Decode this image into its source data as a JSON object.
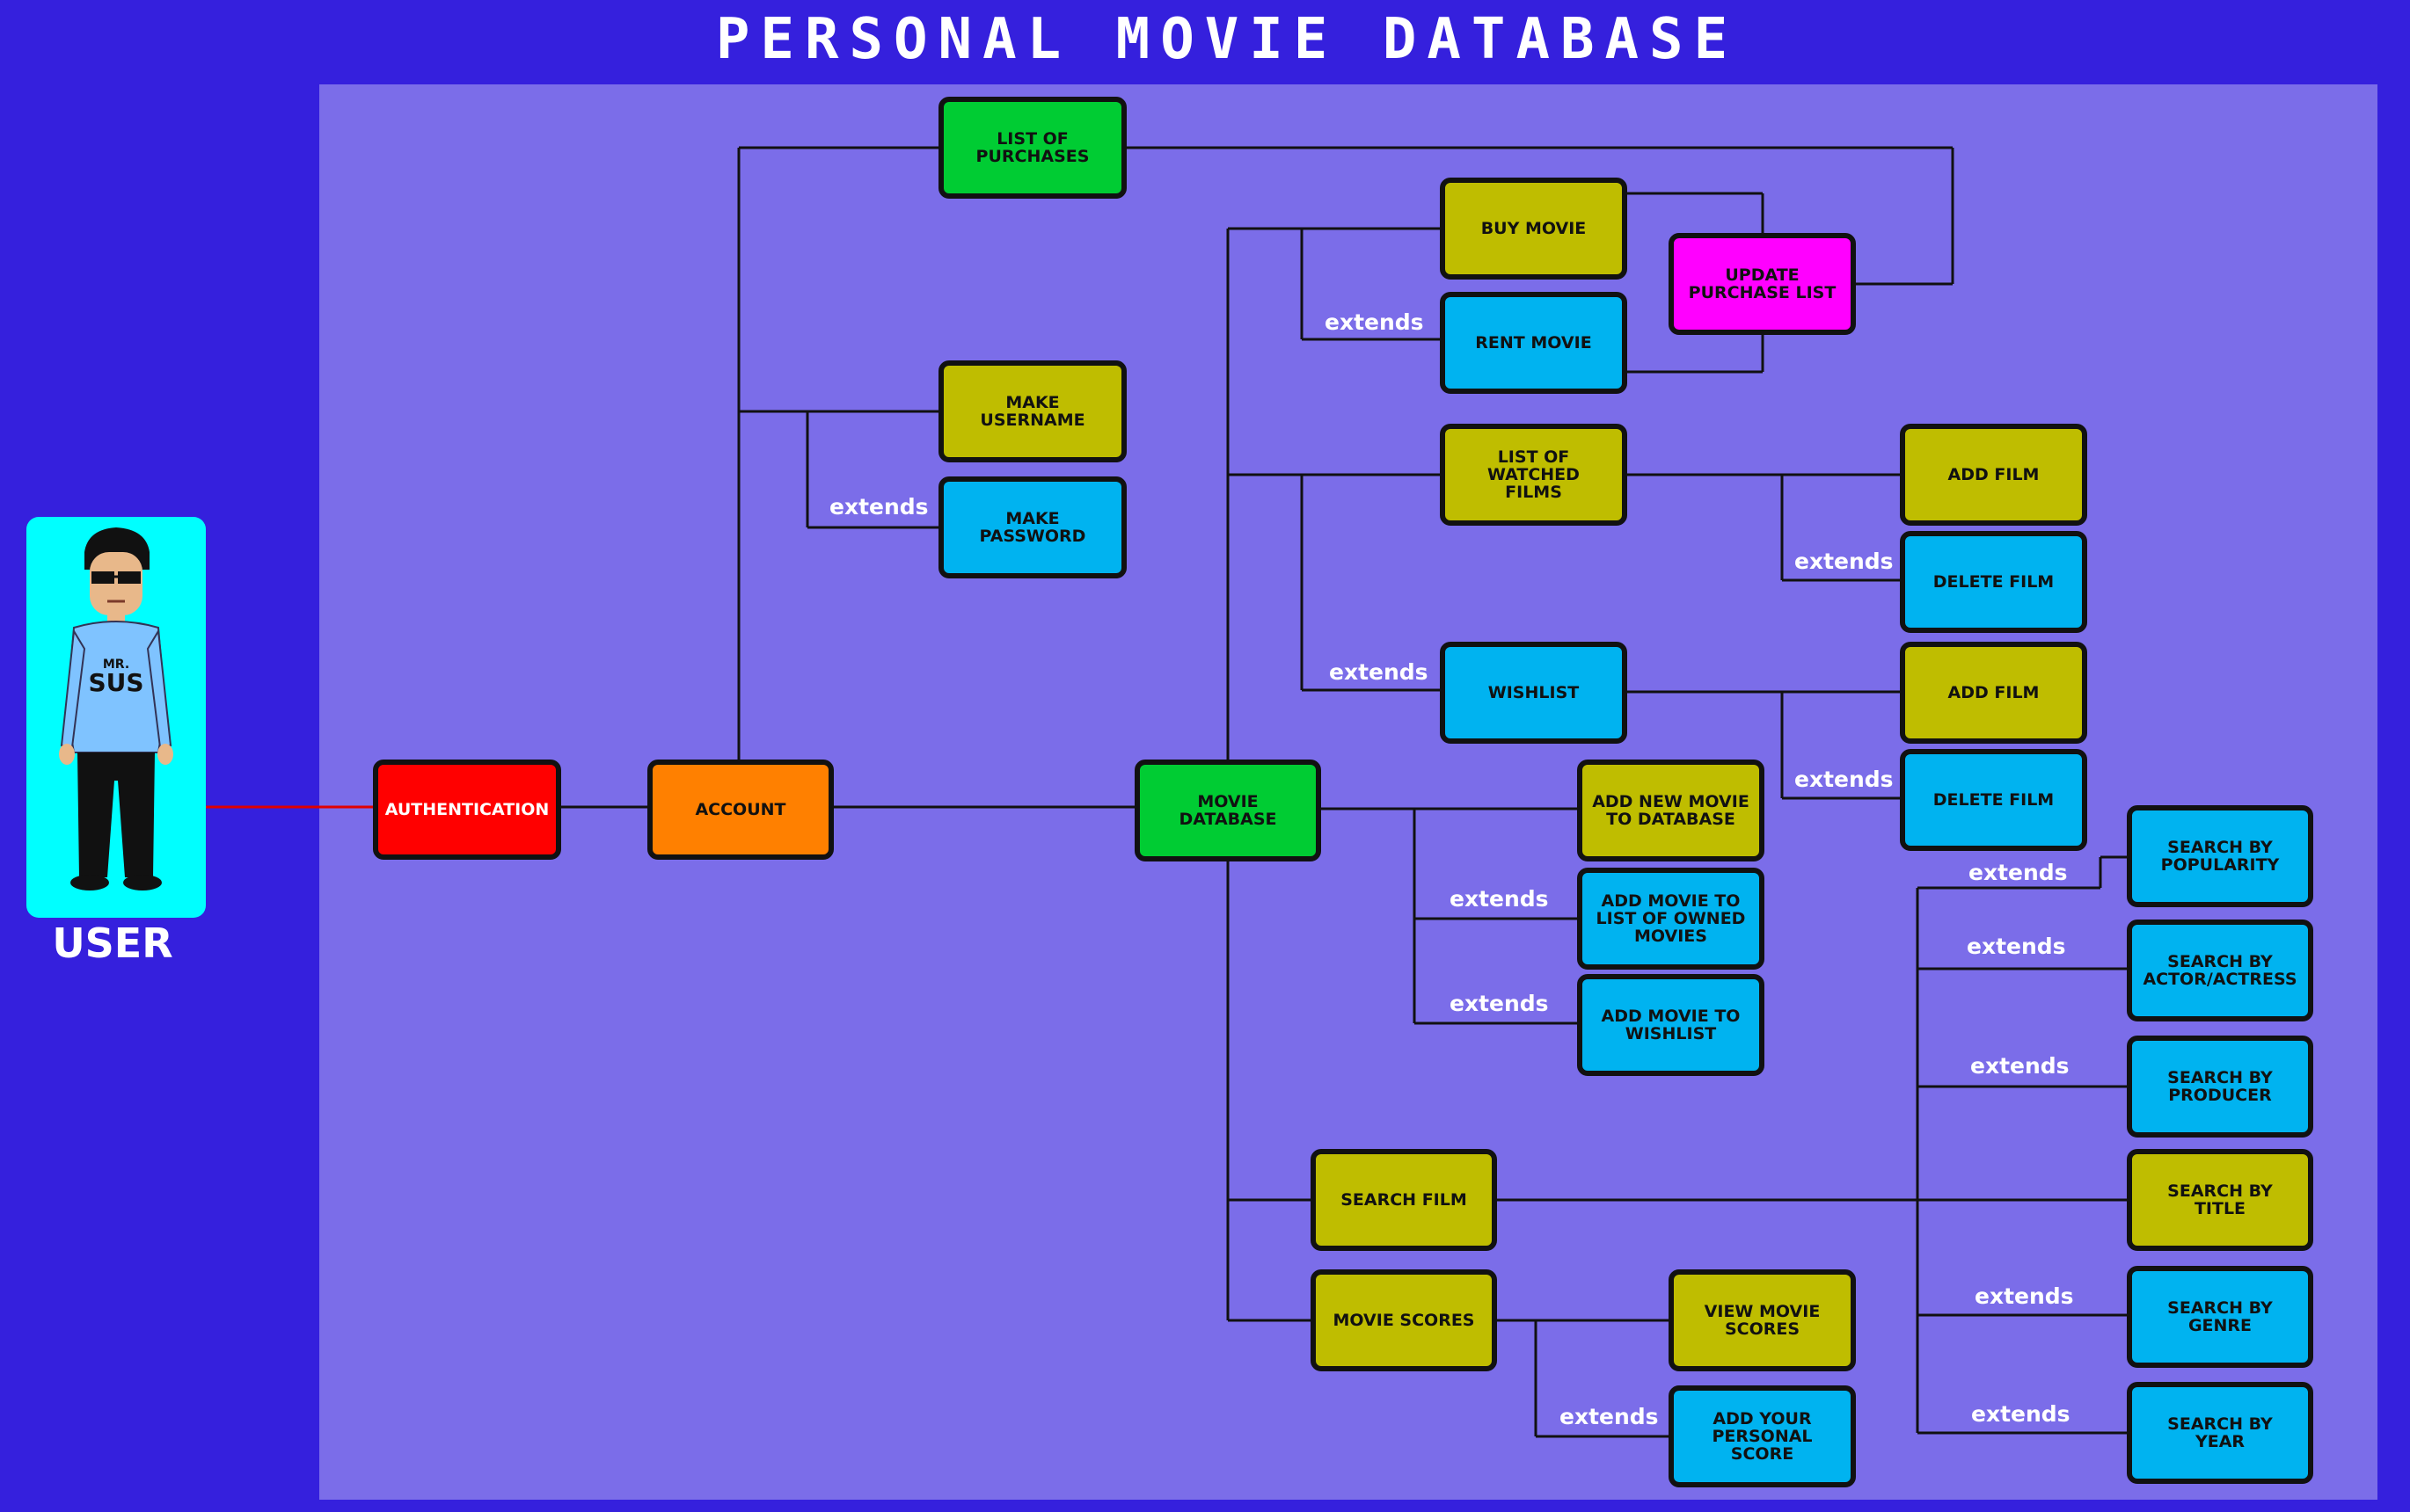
{
  "title": "PERSONAL MOVIE DATABASE",
  "user": {
    "label": "USER",
    "shirt_top": "MR.",
    "shirt_main": "SUS"
  },
  "colors": {
    "background": "#3520dd",
    "panel": "#7b6de9",
    "red": "#ff0000",
    "orange": "#ff8000",
    "green": "#00cc33",
    "olive": "#bfbd00",
    "blue": "#00b3f0",
    "magenta": "#ff00ff",
    "cyan": "#00ffff"
  },
  "nodes": {
    "authentication": "AUTHENTICATION",
    "account": "ACCOUNT",
    "list_of_purchases": "LIST OF\nPURCHASES",
    "make_username": "MAKE\nUSERNAME",
    "make_password": "MAKE\nPASSWORD",
    "movie_database": "MOVIE\nDATABASE",
    "buy_movie": "BUY MOVIE",
    "rent_movie": "RENT MOVIE",
    "update_purchase_list": "UPDATE\nPURCHASE LIST",
    "list_of_watched_films": "LIST OF WATCHED\nFILMS",
    "add_film_1": "ADD FILM",
    "delete_film_1": "DELETE FILM",
    "wishlist": "WISHLIST",
    "add_film_2": "ADD FILM",
    "delete_film_2": "DELETE FILM",
    "add_new_movie": "ADD NEW MOVIE\nTO DATABASE",
    "add_movie_owned": "ADD MOVIE TO\nLIST OF OWNED\nMOVIES",
    "add_movie_wishlist": "ADD MOVIE TO\nWISHLIST",
    "search_film": "SEARCH FILM",
    "movie_scores": "MOVIE SCORES",
    "view_movie_scores": "VIEW MOVIE\nSCORES",
    "add_personal_score": "ADD YOUR\nPERSONAL SCORE",
    "search_popularity": "SEARCH BY\nPOPULARITY",
    "search_actor": "SEARCH BY\nACTOR/ACTRESS",
    "search_producer": "SEARCH BY\nPRODUCER",
    "search_title": "SEARCH BY\nTITLE",
    "search_genre": "SEARCH BY\nGENRE",
    "search_year": "SEARCH BY\nYEAR"
  },
  "edge_label": "extends"
}
